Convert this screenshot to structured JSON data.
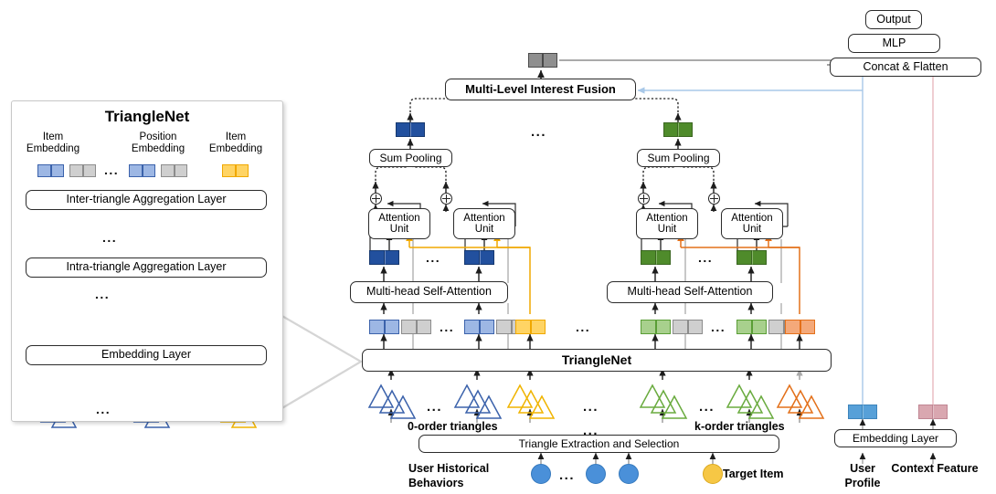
{
  "figure": {
    "title": "TriangleNet recommendation model architecture"
  },
  "inset": {
    "title": "TriangleNet",
    "col_labels": [
      {
        "l1": "Item",
        "l2": "Embedding"
      },
      {
        "l1": "Position",
        "l2": "Embedding"
      },
      {
        "l1": "Item",
        "l2": "Embedding"
      }
    ],
    "layers": [
      "Inter-triangle Aggregation Layer",
      "Intra-triangle Aggregation Layer",
      "Embedding Layer"
    ],
    "ellipsis": "..."
  },
  "main": {
    "fusion_label": "Multi-Level Interest  Fusion",
    "sum_pooling_label": "Sum Pooling",
    "attention_unit_l1": "Attention",
    "attention_unit_l2": "Unit",
    "mhsa_label": "Multi-head Self-Attention",
    "trianglenet_label": "TriangleNet",
    "extraction_label": "Triangle Extraction and Selection",
    "order0_label": "0-order triangles",
    "orderk_label": "k-order triangles",
    "behaviors_l1": "User Historical",
    "behaviors_l2": "Behaviors",
    "target_item_label": "Target Item",
    "ellipsis": "...",
    "ellipsis_mid": "..."
  },
  "right": {
    "output_label": "Output",
    "mlp_label": "MLP",
    "concat_label": "Concat & Flatten",
    "embedding_layer_label": "Embedding  Layer",
    "user_profile_l1": "User",
    "user_profile_l2": "Profile",
    "context_feature_label": "Context Feature"
  },
  "colors": {
    "blue_light": "#9db7e4",
    "blue_border": "#3b62ab",
    "blue_dark": "#22509e",
    "grey_fill": "#cfcfcf",
    "grey_border": "#8c8c8c",
    "grey_dark": "#6e6e6e",
    "yellow_fill": "#ffd464",
    "yellow_border": "#f0a800",
    "green_light": "#a8d08d",
    "green_border": "#5a9e36",
    "green_dark": "#4f8b2b",
    "orange_fill": "#f4a97a",
    "orange_border": "#e3701a",
    "pink_fill": "#d9a7b0",
    "pink_border": "#c08693",
    "blue_node": "#4a90d9",
    "yellow_node": "#f6c745",
    "line_blue": "#a8c8e8",
    "line_pink": "#e8b9bf",
    "stroke": "#2b2b2b"
  }
}
